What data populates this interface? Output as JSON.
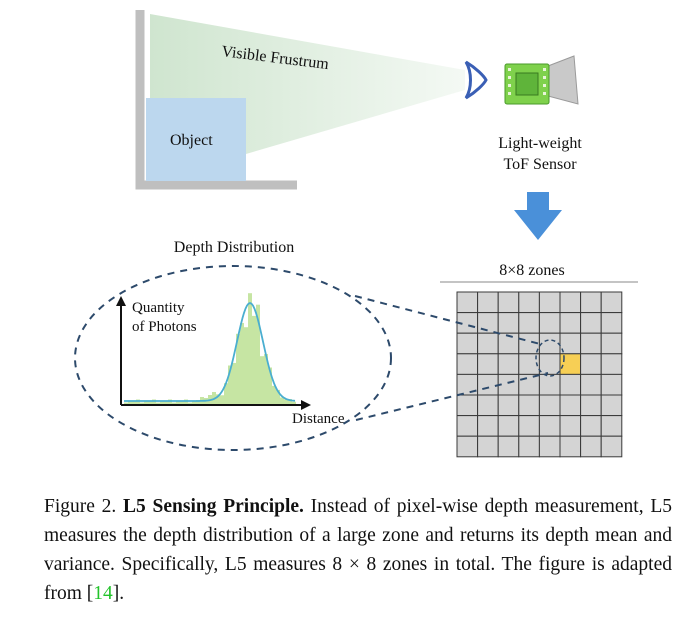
{
  "figure": {
    "frustum_label": "Visible  Frustrum",
    "object_label": "Object",
    "sensor_label_line1": "Light-weight",
    "sensor_label_line2": "ToF Sensor",
    "zones_label": "8×8 zones",
    "grid_rows": 8,
    "grid_cols": 8,
    "highlighted_zone": {
      "row": 3,
      "col": 5
    },
    "depth_title": "Depth Distribution",
    "y_axis_label_line1": "Quantity",
    "y_axis_label_line2": "of Photons",
    "x_axis_label": "Distance",
    "colors": {
      "frustum": "#dcebdc",
      "object": "#bcd7ee",
      "wall": "#bfbfbf",
      "arrow": "#4a90d9",
      "grid_cell": "#d4d4d4",
      "highlight": "#f7cf55",
      "histogram": "#c6e5a3",
      "curve": "#4aaed0",
      "dashed": "#2d4a6b",
      "lens": "#3a5fb5",
      "board": "#7fd14c"
    }
  },
  "caption": {
    "figure_number": "Figure 2.",
    "title": "L5 Sensing Principle.",
    "body": "Instead of pixel-wise depth measurement, L5 measures the depth distribution of a large zone and returns its depth mean and variance.  Specifically, L5 measures 8 × 8 zones in total. The figure is adapted from [",
    "ref": "14",
    "end": "]."
  }
}
